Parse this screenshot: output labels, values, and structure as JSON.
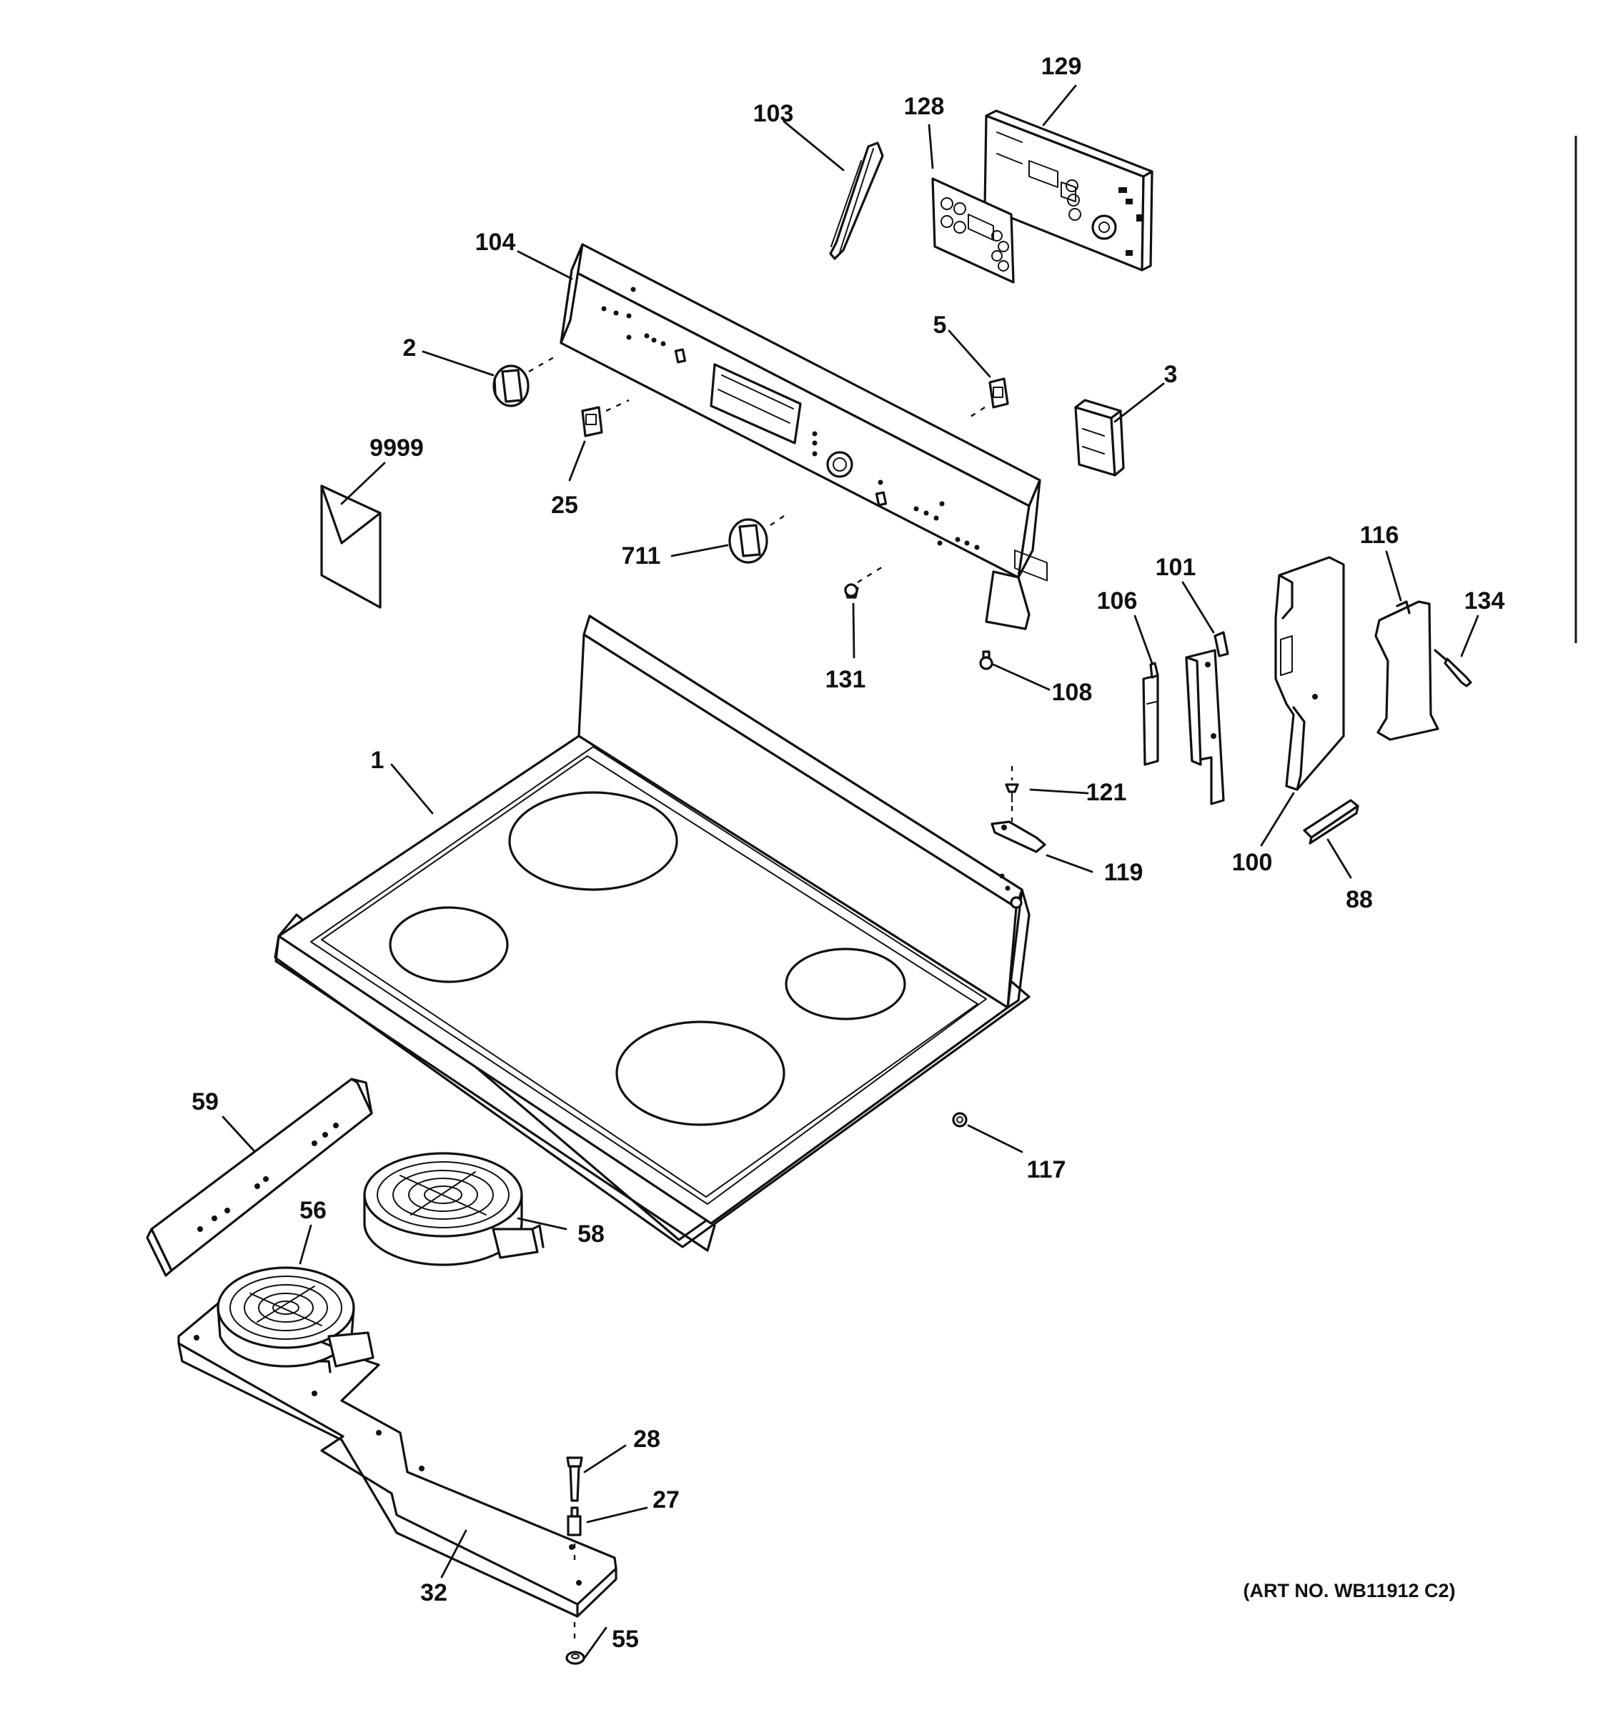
{
  "art_number": "(ART NO. WB11912 C2)",
  "callouts": [
    {
      "label": "129"
    },
    {
      "label": "103"
    },
    {
      "label": "128"
    },
    {
      "label": "104"
    },
    {
      "label": "5"
    },
    {
      "label": "2"
    },
    {
      "label": "3"
    },
    {
      "label": "9999"
    },
    {
      "label": "25"
    },
    {
      "label": "711"
    },
    {
      "label": "116"
    },
    {
      "label": "101"
    },
    {
      "label": "134"
    },
    {
      "label": "106"
    },
    {
      "label": "131"
    },
    {
      "label": "108"
    },
    {
      "label": "1"
    },
    {
      "label": "121"
    },
    {
      "label": "119"
    },
    {
      "label": "100"
    },
    {
      "label": "88"
    },
    {
      "label": "59"
    },
    {
      "label": "117"
    },
    {
      "label": "56"
    },
    {
      "label": "58"
    },
    {
      "label": "28"
    },
    {
      "label": "27"
    },
    {
      "label": "32"
    },
    {
      "label": "55"
    }
  ]
}
